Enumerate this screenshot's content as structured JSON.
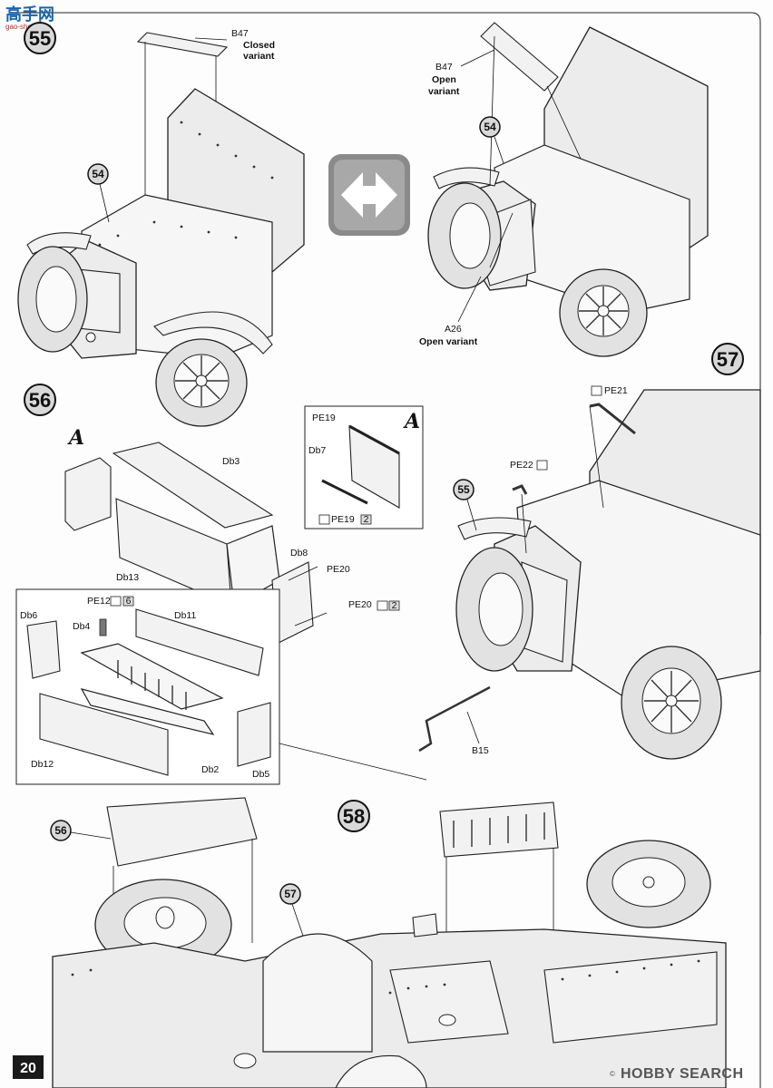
{
  "branding": {
    "logo_text": "高手网",
    "logo_url": "gao-shou.com"
  },
  "page_number": "20",
  "watermark": {
    "brand": "HOBBY SEARCH",
    "registered": "©"
  },
  "steps": [
    {
      "id": "step-55",
      "number": "55"
    },
    {
      "id": "step-56",
      "number": "56"
    },
    {
      "id": "step-57",
      "number": "57"
    },
    {
      "id": "step-58",
      "number": "58"
    }
  ],
  "callouts": {
    "c54_left": "54",
    "c54_right": "54",
    "c55": "55",
    "c56": "56",
    "c57": "57"
  },
  "step55_labels": {
    "b47_closed_part": "B47",
    "b47_closed_variant": "Closed",
    "b47_closed_variant2": "variant",
    "b47_open_part": "B47",
    "b47_open_variant": "Open",
    "b47_open_variant2": "variant",
    "a26_part": "A26",
    "a26_variant": "Open variant"
  },
  "step56_labels": {
    "detail_letter": "A",
    "detail_letter_box": "A",
    "db3": "Db3",
    "db13": "Db13",
    "db8": "Db8",
    "pe20_top": "PE20",
    "pe20_bottom": "PE20",
    "pe20_bottom_qty": "2",
    "pe19_top": "PE19",
    "db7": "Db7",
    "pe19_bottom": "PE19",
    "pe19_bottom_qty": "2",
    "pe12": "PE12",
    "pe12_qty": "6",
    "db6": "Db6",
    "db4": "Db4",
    "db11": "Db11",
    "db12": "Db12",
    "db2": "Db2",
    "db5": "Db5"
  },
  "step57_labels": {
    "pe21": "PE21",
    "pe22": "PE22",
    "b15": "B15"
  },
  "colors": {
    "logo_blue": "#1a64a8",
    "logo_red": "#c0282d",
    "ink": "#111111",
    "part_fill": "#ececec"
  }
}
